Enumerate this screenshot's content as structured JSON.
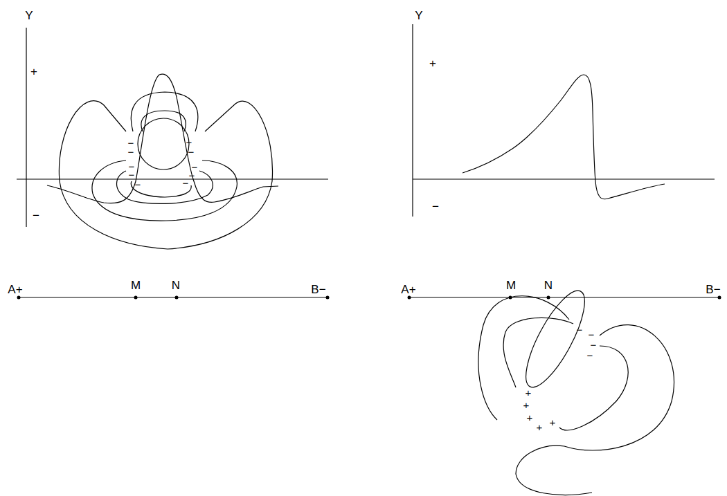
{
  "diagram": {
    "labels": [
      "Y",
      "+",
      "−",
      "Y",
      "+",
      "−",
      "A+",
      "M",
      "N",
      "B−",
      "A+",
      "M",
      "N",
      "B−",
      "−",
      "−",
      "−",
      "−",
      "−",
      "−",
      "−",
      "−",
      "−",
      "−",
      "−",
      "−",
      "−",
      "−",
      "+",
      "+",
      "+",
      "+",
      "+"
    ]
  }
}
